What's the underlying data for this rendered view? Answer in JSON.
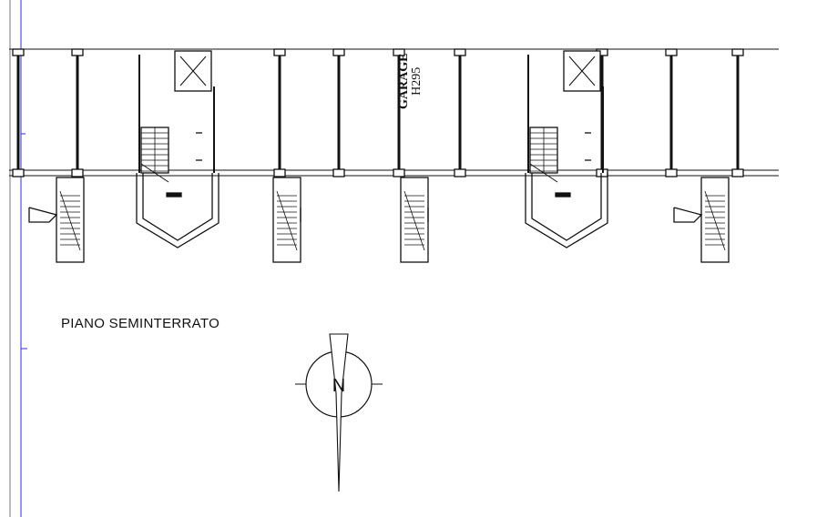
{
  "plan": {
    "title": "PIANO SEMINTERRATO",
    "room_label": "GARAGE",
    "room_height": "H295",
    "compass_letter": "N"
  },
  "colors": {
    "ink": "#111111",
    "guide": "#2a2aff",
    "frame": "#777777"
  }
}
